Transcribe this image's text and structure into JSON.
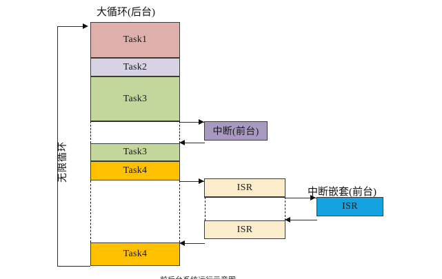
{
  "diagram": {
    "title_main_loop": "大循环(后台)",
    "title_interrupt": "中断(前台)",
    "title_nested_interrupt": "中断嵌套(前台)",
    "loop_label": "无限循环",
    "caption": "前后台系统运行示意图",
    "colors": {
      "task1": "#dfb0ab",
      "task2": "#d7d2e4",
      "task3": "#c3d69b",
      "task4": "#ffc000",
      "interrupt": "#a899c0",
      "isr": "#fbeccb",
      "isr_nested": "#14a2e0",
      "stroke": "#3a3a3a",
      "line": "#2b2b2b"
    },
    "main_column": [
      {
        "label": "Task1",
        "color_key": "task1"
      },
      {
        "label": "Task2",
        "color_key": "task2"
      },
      {
        "label": "Task3",
        "color_key": "task3"
      },
      {
        "label": "Task3",
        "color_key": "task3"
      },
      {
        "label": "Task4",
        "color_key": "task4"
      },
      {
        "label": "Task4",
        "color_key": "task4"
      }
    ],
    "interrupt_blocks": [
      {
        "label": "中断(前台)",
        "color_key": "interrupt"
      }
    ],
    "isr_blocks": [
      {
        "label": "ISR",
        "color_key": "isr"
      },
      {
        "label": "ISR",
        "color_key": "isr"
      }
    ],
    "nested_isr_blocks": [
      {
        "label": "ISR",
        "color_key": "isr_nested"
      }
    ]
  }
}
